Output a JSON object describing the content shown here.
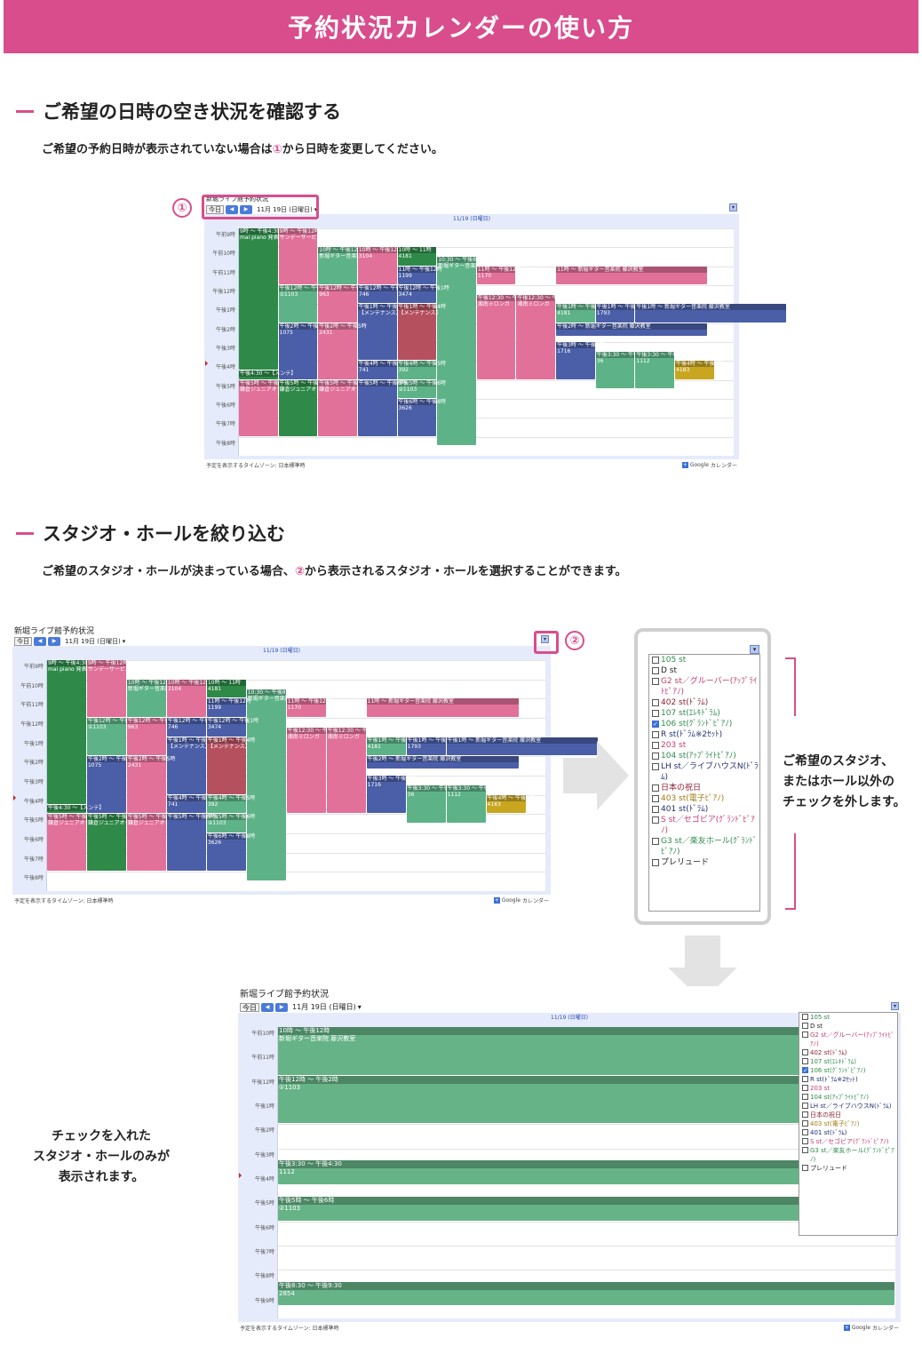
{
  "banner": {
    "title": "予約状況カレンダーの使い方"
  },
  "section1": {
    "title": "ご希望の日時の空き状況を確認する",
    "desc_before": "ご希望の予約日時が表示されていない場合は",
    "desc_num": "①",
    "desc_after": "から日時を変更してください。",
    "marker": "①"
  },
  "section2": {
    "title": "スタジオ・ホールを絞り込む",
    "desc_before": "ご希望のスタジオ・ホールが決まっている場合、",
    "desc_num": "②",
    "desc_after": "から表示されるスタジオ・ホールを選択することができます。",
    "marker": "②"
  },
  "calendar": {
    "title": "新堀ライブ館予約状況",
    "today_label": "今日",
    "prev_icon": "◀",
    "next_icon": "▶",
    "date_label": "11月 19日 (日曜日)",
    "dropdown_icon": "▾",
    "day_header": "11/19 (日曜日)",
    "footer_tz": "予定を表示するタイムゾーン: 日本標準時",
    "google_brand": "Google",
    "google_suffix": "カレンダー",
    "hours": [
      "午前9時",
      "午前10時",
      "午前11時",
      "午後12時",
      "午後1時",
      "午後2時",
      "午後3時",
      "午後4時",
      "午後5時",
      "午後6時",
      "午後7時",
      "午後8時"
    ]
  },
  "events_full": [
    {
      "h": "9時 ～ 午後4:30",
      "d": "mai piano 発表会",
      "color": "#2f8a4a",
      "lane": 0,
      "s": 9,
      "e": 16.5
    },
    {
      "h": "9時 ～ 午後12時",
      "d": "サンデーサービス",
      "color": "#e2719a",
      "lane": 1,
      "s": 9,
      "e": 12
    },
    {
      "h": "10時 ～ 午後12時",
      "d": "新堀ギター音楽院",
      "color": "#5db387",
      "lane": 2,
      "s": 10,
      "e": 12
    },
    {
      "h": "10時 ～ 午後12時",
      "d": "3104",
      "color": "#e2719a",
      "lane": 3,
      "s": 10,
      "e": 12
    },
    {
      "h": "10時 ～ 11時",
      "d": "4181",
      "color": "#2f8a4a",
      "lane": 4,
      "s": 10,
      "e": 11
    },
    {
      "h": "10:30 ～ 午後8:30",
      "d": "新堀ギター音楽院",
      "color": "#5db387",
      "lane": 5,
      "s": 10.5,
      "e": 20.5
    },
    {
      "h": "11時 ～ 午後12時",
      "d": "1199",
      "color": "#4b5fa8",
      "lane": 4,
      "s": 11,
      "e": 12
    },
    {
      "h": "11時 ～ 午後12時",
      "d": "1170",
      "color": "#e2719a",
      "lane": 6,
      "s": 11,
      "e": 12
    },
    {
      "h": "11時 ～ 新堀ギター音楽院 藤沢教室",
      "d": "",
      "color": "#e2719a",
      "lane": 8,
      "s": 11,
      "e": 12
    },
    {
      "h": "午後12時 ～ 午後2時",
      "d": "①1103",
      "color": "#5db387",
      "lane": 1,
      "s": 12,
      "e": 14
    },
    {
      "h": "午後12時 ～ 午後2時",
      "d": "963",
      "color": "#e2719a",
      "lane": 2,
      "s": 12,
      "e": 14
    },
    {
      "h": "午後12時 ～ 午後1時",
      "d": "746",
      "color": "#4b5fa8",
      "lane": 3,
      "s": 12,
      "e": 13
    },
    {
      "h": "午後12時 ～ 午後1時",
      "d": "3474",
      "color": "#4b5fa8",
      "lane": 4,
      "s": 12,
      "e": 13
    },
    {
      "h": "午後12:30 ～ 午後5時",
      "d": "湘南ミロンガ",
      "color": "#e2719a",
      "lane": 6,
      "s": 12.5,
      "e": 17
    },
    {
      "h": "午後12:30 ～ 午後5時",
      "d": "湘南ミロンガ",
      "color": "#e2719a",
      "lane": 7,
      "s": 12.5,
      "e": 17
    },
    {
      "h": "午後1時 ～ 午後4時",
      "d": "【メンテナンス】",
      "color": "#4b5fa8",
      "lane": 3,
      "s": 13,
      "e": 16
    },
    {
      "h": "午後1時 ～ 午後4時",
      "d": "【メンテナンス】",
      "color": "#b5505f",
      "lane": 4,
      "s": 13,
      "e": 16
    },
    {
      "h": "午後1時 ～ 午後2時",
      "d": "4181",
      "color": "#5db387",
      "lane": 8,
      "s": 13,
      "e": 14
    },
    {
      "h": "午後1時 ～ 午後2時",
      "d": "1793",
      "color": "#4b5fa8",
      "lane": 9,
      "s": 13,
      "e": 14
    },
    {
      "h": "午後1時 ～ 新堀ギター音楽院 藤沢教室",
      "d": "",
      "color": "#4b5fa8",
      "lane": 10,
      "s": 13,
      "e": 14
    },
    {
      "h": "午後2時 ～ 午後5時",
      "d": "1075",
      "color": "#4b5fa8",
      "lane": 1,
      "s": 14,
      "e": 17
    },
    {
      "h": "午後2時 ～ 午後5時",
      "d": "2431",
      "color": "#e2719a",
      "lane": 2,
      "s": 14,
      "e": 17
    },
    {
      "h": "午後2時 ～ 新堀ギター音楽院 藤沢教室",
      "d": "",
      "color": "#4b5fa8",
      "lane": 8,
      "s": 14,
      "e": 14.7
    },
    {
      "h": "午後3時 ～ 午後5時",
      "d": "1716",
      "color": "#4b5fa8",
      "lane": 8,
      "s": 15,
      "e": 17
    },
    {
      "h": "午後3:30 ～ 午後5:30",
      "d": "36",
      "color": "#5db387",
      "lane": 9,
      "s": 15.5,
      "e": 17.5
    },
    {
      "h": "午後3:30 ～ 午後5:30",
      "d": "1112",
      "color": "#5db387",
      "lane": 10,
      "s": 15.5,
      "e": 17.5
    },
    {
      "h": "午後4時 ～ 午後5時",
      "d": "741",
      "color": "#4b5fa8",
      "lane": 3,
      "s": 16,
      "e": 17
    },
    {
      "h": "午後4時 ～ 午後5時",
      "d": "392",
      "color": "#5db387",
      "lane": 4,
      "s": 16,
      "e": 17
    },
    {
      "h": "午後4時 ～ 午後5時",
      "d": "4183",
      "color": "#c9a620",
      "lane": 11,
      "s": 16,
      "e": 17
    },
    {
      "h": "午後4:30 ～【メンテ】",
      "d": "",
      "color": "#2f8a4a",
      "lane": 0,
      "s": 16.5,
      "e": 17
    },
    {
      "h": "午後5時 ～ 午後8時",
      "d": "鎌倉ジュニアオー",
      "color": "#e2719a",
      "lane": 0,
      "s": 17,
      "e": 20
    },
    {
      "h": "午後5時 ～ 午後8時",
      "d": "鎌倉ジュニアオー",
      "color": "#2f8a4a",
      "lane": 1,
      "s": 17,
      "e": 20
    },
    {
      "h": "午後5時 ～ 午後8時",
      "d": "鎌倉ジュニアオー",
      "color": "#e2719a",
      "lane": 2,
      "s": 17,
      "e": 20
    },
    {
      "h": "午後5時 ～ 午後6時",
      "d": "②1103",
      "color": "#5db387",
      "lane": 4,
      "s": 17,
      "e": 18
    },
    {
      "h": "午後5時 ～ 午後8時",
      "d": "",
      "color": "#4b5fa8",
      "lane": 3,
      "s": 17,
      "e": 20
    },
    {
      "h": "午後6時 ～ 午後8時",
      "d": "3626",
      "color": "#4b5fa8",
      "lane": 4,
      "s": 18,
      "e": 20
    }
  ],
  "events_filtered": [
    {
      "h": "10時 ～ 午後12時",
      "d": "新堀ギター音楽院 藤沢教室",
      "s": 10,
      "e": 12
    },
    {
      "h": "午後12時 ～ 午後2時",
      "d": "①1103",
      "s": 12,
      "e": 14
    },
    {
      "h": "午後3:30 ～ 午後4:30",
      "d": "1112",
      "s": 15.5,
      "e": 16.5
    },
    {
      "h": "午後5時 ～ 午後6時",
      "d": "②1103",
      "s": 17,
      "e": 18
    },
    {
      "h": "午後8:30 ～ 午後9:30",
      "d": "2854",
      "s": 20.5,
      "e": 21.5
    }
  ],
  "filtered_hours": [
    "午前10時",
    "午前11時",
    "午後12時",
    "午後1時",
    "午後2時",
    "午後3時",
    "午後4時",
    "午後5時",
    "午後6時",
    "午後7時",
    "午後8時",
    "午後9時"
  ],
  "filter_list": {
    "items": [
      {
        "label": "105 st",
        "color": "#2f8a4a",
        "checked": false
      },
      {
        "label": "D st",
        "color": "#222222",
        "checked": false
      },
      {
        "label": "G2 st／グルーバー(ｱｯﾌﾟﾗｲﾄﾋﾟｱﾉ)",
        "color": "#c23b70",
        "checked": false
      },
      {
        "label": "402 st(ﾄﾞﾗﾑ)",
        "color": "#8a2030",
        "checked": false
      },
      {
        "label": "107 st(ｴﾚｷﾄﾞﾗﾑ)",
        "color": "#2f8a4a",
        "checked": false
      },
      {
        "label": "106 st(ｸﾞﾗﾝﾄﾞﾋﾟｱﾉ)",
        "color": "#2f8a4a",
        "checked": true
      },
      {
        "label": "R st(ﾄﾞﾗﾑ※2ｾｯﾄ)",
        "color": "#1f2f70",
        "checked": false
      },
      {
        "label": "203 st",
        "color": "#c23b70",
        "checked": false
      },
      {
        "label": "104 st(ｱｯﾌﾟﾗｲﾄﾋﾟｱﾉ)",
        "color": "#2f8a4a",
        "checked": false
      },
      {
        "label": "LH st／ライブハウスN(ﾄﾞﾗﾑ)",
        "color": "#1f2f70",
        "checked": false
      },
      {
        "label": "日本の祝日",
        "color": "#8a2030",
        "checked": false
      },
      {
        "label": "403 st(電子ﾋﾟｱﾉ)",
        "color": "#a07a10",
        "checked": false
      },
      {
        "label": "401 st(ﾄﾞﾗﾑ)",
        "color": "#1f2f70",
        "checked": false
      },
      {
        "label": "S st／セゴビア(ｸﾞﾗﾝﾄﾞﾋﾟｱﾉ)",
        "color": "#c23b70",
        "checked": false
      },
      {
        "label": "G3 st／楽友ホール(ｸﾞﾗﾝﾄﾞﾋﾟｱﾉ)",
        "color": "#2f8a4a",
        "checked": false
      },
      {
        "label": "プレリュード",
        "color": "#222222",
        "checked": false
      }
    ]
  },
  "notes": {
    "uncheck": [
      "ご希望のスタジオ、",
      "またはホール以外の",
      "チェックを外します。"
    ],
    "result": [
      "チェックを入れた",
      "スタジオ・ホールのみが",
      "表示されます。"
    ]
  }
}
